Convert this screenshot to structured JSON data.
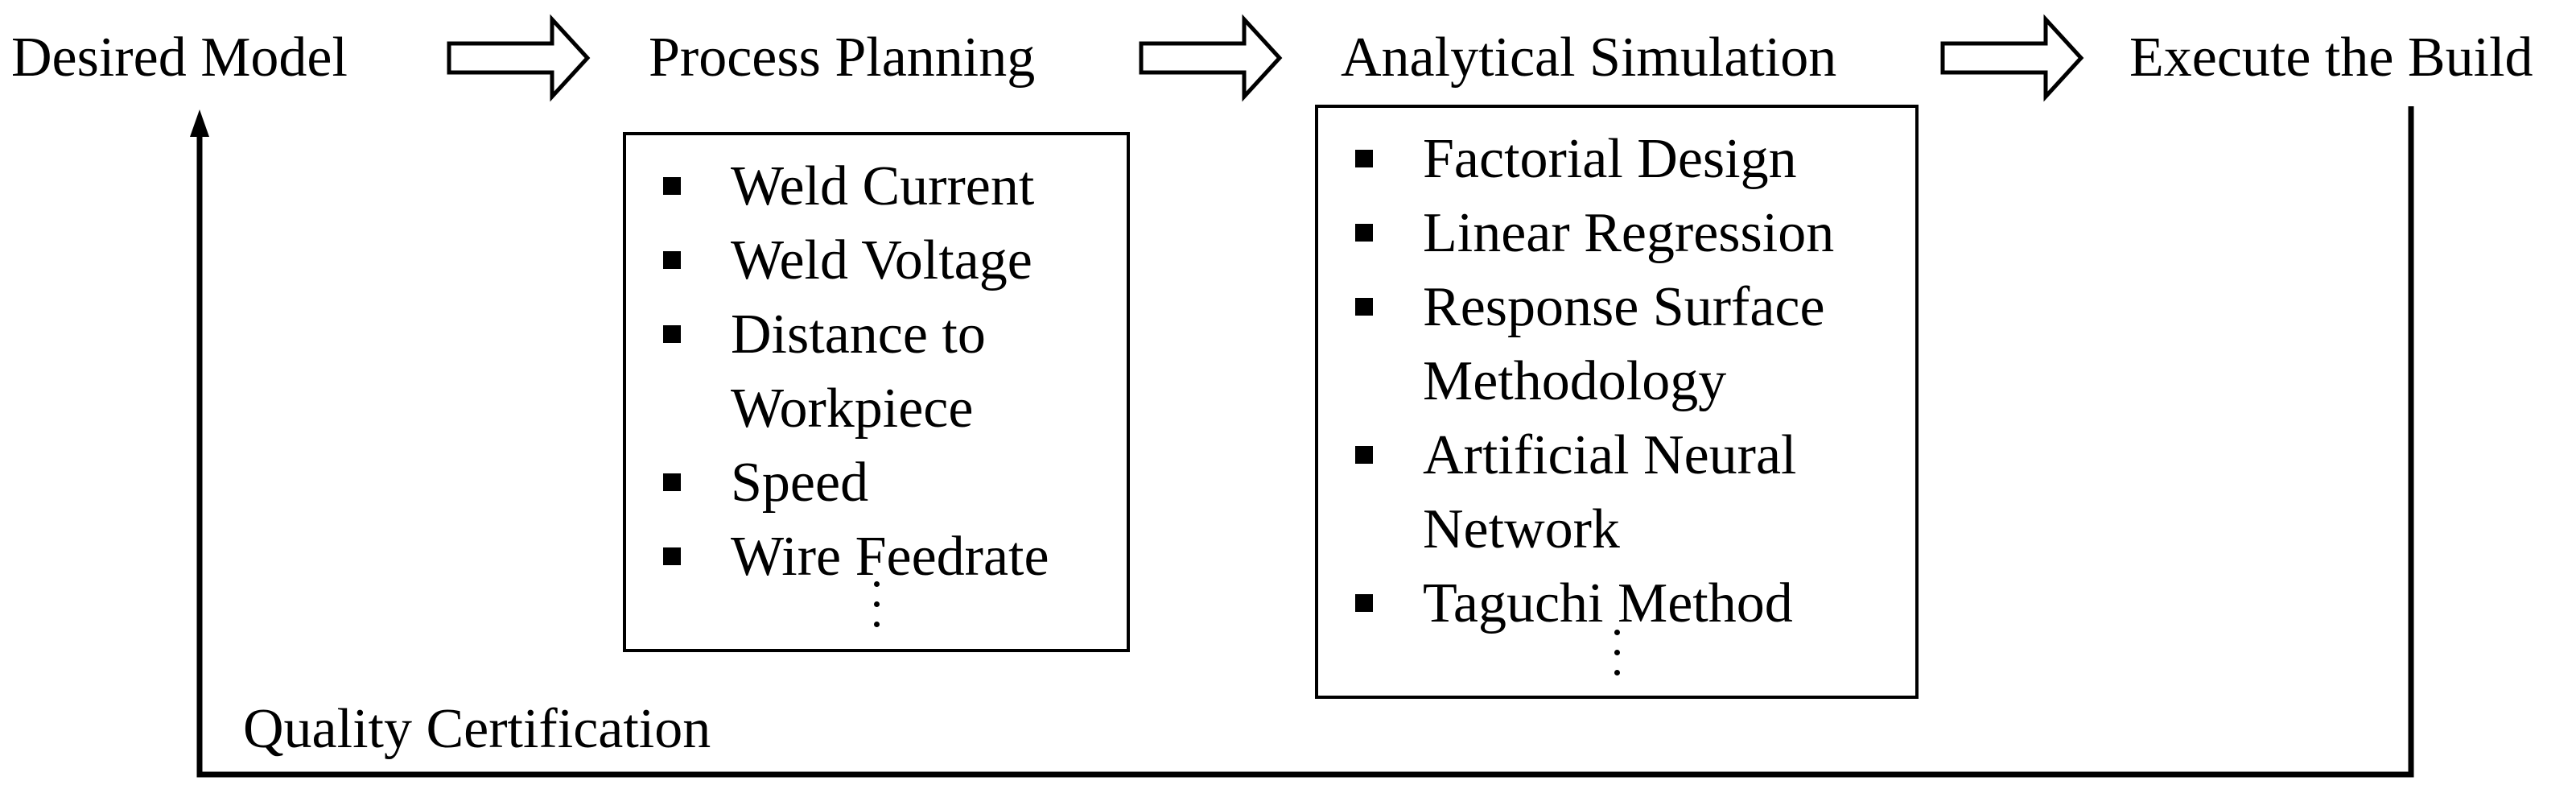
{
  "stages": {
    "desired_model": "Desired Model",
    "process_planning": "Process Planning",
    "analytical_simulation": "Analytical Simulation",
    "execute_build": "Execute the Build"
  },
  "process_planning_items": [
    "Weld Current",
    "Weld Voltage",
    "Distance to\nWorkpiece",
    "Speed",
    "Wire Feedrate"
  ],
  "analytical_simulation_items": [
    "Factorial Design",
    "Linear Regression",
    "Response Surface\nMethodology",
    "Artificial Neural\nNetwork",
    "Taguchi Method"
  ],
  "feedback": {
    "label": "Quality Certification"
  }
}
